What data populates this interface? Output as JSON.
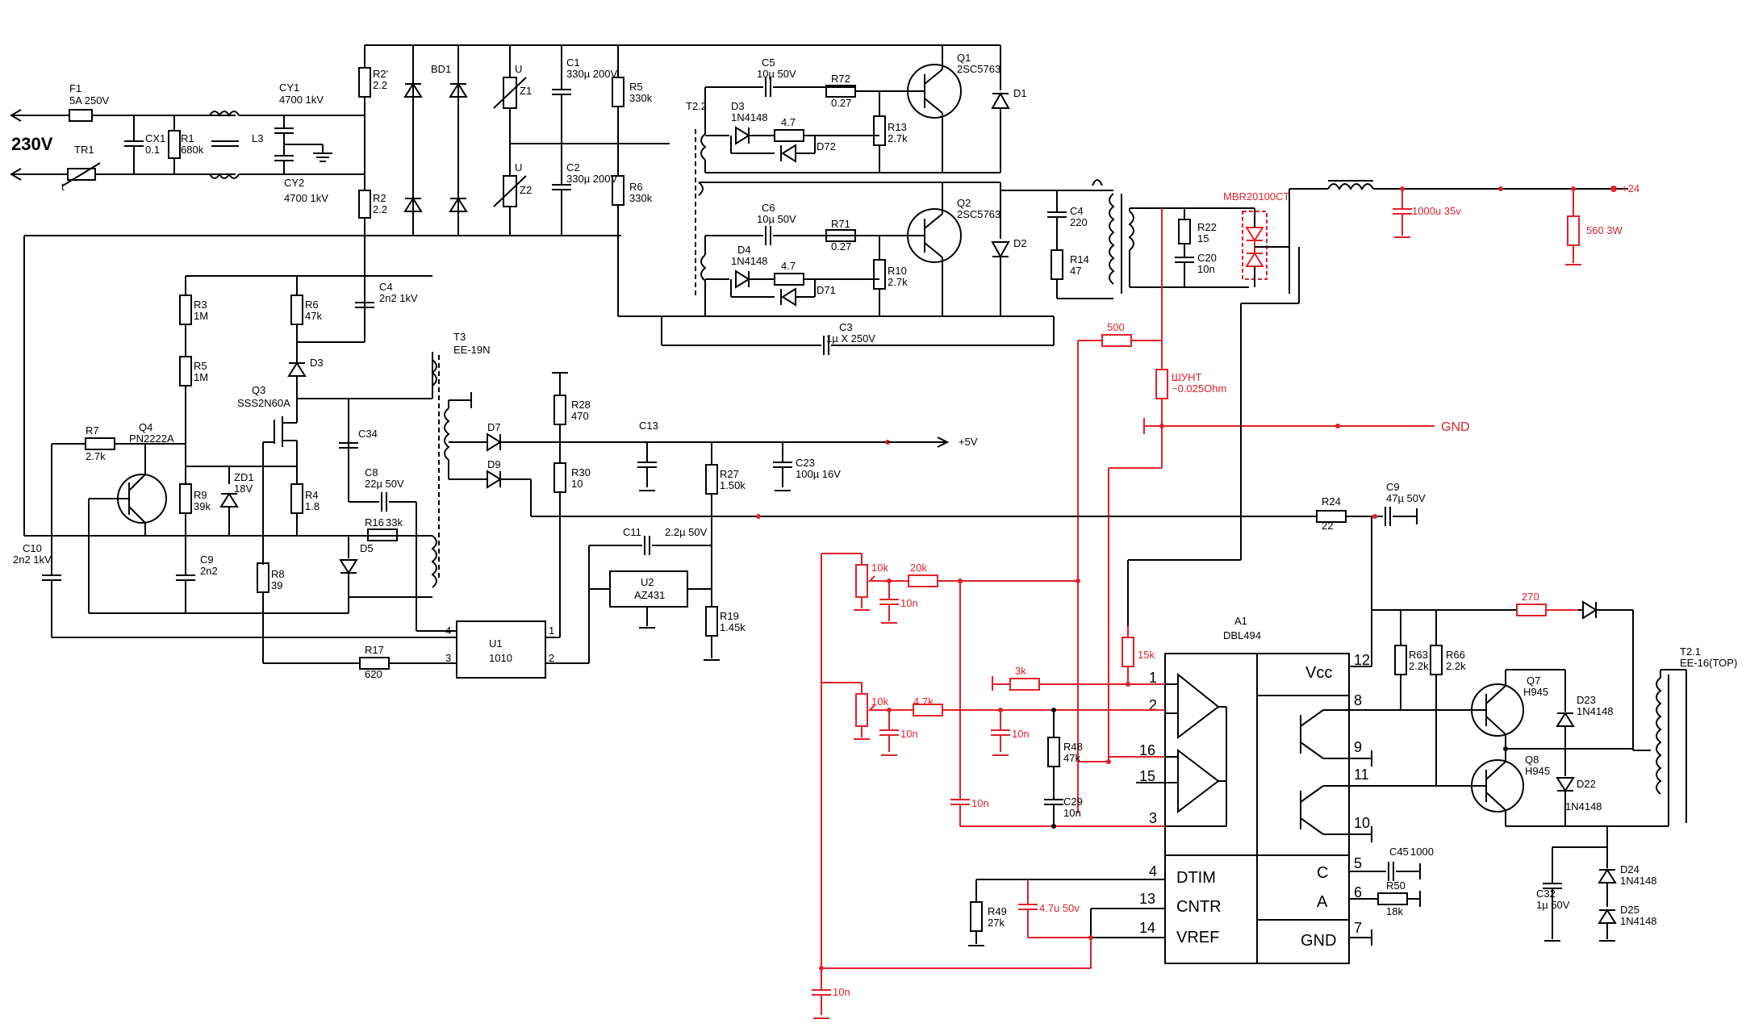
{
  "input": {
    "mains": "230V",
    "f1_ref": "F1",
    "f1_val": "5A 250V",
    "tr1_ref": "TR1",
    "tr1_pin": "t"
  },
  "emi": {
    "cx1_ref": "CX1",
    "cx1_val": "0.1",
    "r1_ref": "R1",
    "r1_val": "680k",
    "l3_ref": "L3",
    "cy1_ref": "CY1",
    "cy1_val": "4700 1kV",
    "cy2_ref": "CY2",
    "cy2_val": "4700 1kV"
  },
  "bridge": {
    "r2p_ref": "R2'",
    "r2p_val": "2.2",
    "r2_ref": "R2",
    "r2_val": "2.2",
    "bd1_ref": "BD1",
    "z1_ref": "Z1",
    "z2_ref": "Z2",
    "z_mark": "U",
    "c1_ref": "C1",
    "c1_val": "330µ 200V",
    "c2_ref": "C2",
    "c2_val": "330µ 200V",
    "r5_ref": "R5",
    "r5_val": "330k",
    "r6_ref": "R6",
    "r6_val": "330k"
  },
  "halfbridge": {
    "t22_ref": "T2.2",
    "c5_ref": "C5",
    "c5_val": "10µ 50V",
    "r72_ref": "R72",
    "r72_val": "0.27",
    "d3_ref": "D3",
    "d3_val": "1N4148",
    "r47a_val": "4.7",
    "d72_ref": "D72",
    "r13_ref": "R13",
    "r13_val": "2.7k",
    "q1_ref": "Q1",
    "q1_val": "2SC5763",
    "d1_ref": "D1",
    "c6_ref": "C6",
    "c6_val": "10µ 50V",
    "r71_ref": "R71",
    "r71_val": "0.27",
    "d4_ref": "D4",
    "d4_val": "1N4148",
    "r47b_val": "4.7",
    "d71_ref": "D71",
    "r10_ref": "R10",
    "r10_val": "2.7k",
    "q2_ref": "Q2",
    "q2_val": "2SC5763",
    "d2_ref": "D2",
    "c4_ref": "C4",
    "c4_val": "220",
    "r14_ref": "R14",
    "r14_val": "47",
    "c3_ref": "C3",
    "c3_val": "1µ X 250V"
  },
  "output": {
    "r22_ref": "R22",
    "r22_val": "15",
    "c20_ref": "C20",
    "c20_val": "10n",
    "diode_val": "MBR20100CT",
    "cap_val": "1000u 35v",
    "load_val": "560 3W",
    "v24": "+24",
    "r500_val": "500",
    "shunt_ref": "ШУНТ",
    "shunt_val": "~0.025Ohm",
    "gnd": "GND"
  },
  "standby": {
    "r3_ref": "R3",
    "r3_val": "1M",
    "r5b_ref": "R5",
    "r5b_val": "1M",
    "r6b_ref": "R6",
    "r6b_val": "47k",
    "c4b_ref": "C4",
    "c4b_val": "2n2 1kV",
    "d3b_ref": "D3",
    "q3_ref": "Q3",
    "q3_val": "SSS2N60A",
    "t3_ref": "T3",
    "t3_val": "EE-19N",
    "q4_ref": "Q4",
    "q4_val": "PN2222A",
    "r7_ref": "R7",
    "r7_val": "2.7k",
    "zd1_ref": "ZD1",
    "zd1_val": "18V",
    "r9_ref": "R9",
    "r9_val": "39k",
    "r4_ref": "R4",
    "r4_val": "1.8",
    "c34_ref": "C34",
    "c8_ref": "C8",
    "c8_val": "22µ 50V",
    "r16_ref": "R16",
    "r16_val": "33k",
    "d5_ref": "D5",
    "c10_ref": "C10",
    "c10_val": "2n2 1kV",
    "c9_ref": "C9",
    "c9_val": "2n2",
    "r8_ref": "R8",
    "r8_val": "39",
    "r17_ref": "R17",
    "r17_val": "620",
    "u1_ref": "U1",
    "u1_val": "1010",
    "d7_ref": "D7",
    "d9_ref": "D9",
    "r28_ref": "R28",
    "r28_val": "470",
    "r30_ref": "R30",
    "r30_val": "10",
    "c13_ref": "C13",
    "c23_ref": "C23",
    "c23_val": "100µ 16V",
    "v5": "+5V",
    "r27_ref": "R27",
    "r27_val": "1.50k",
    "c11_ref": "C11",
    "c11_val": "2.2µ 50V",
    "u2_ref": "U2",
    "u2_val": "AZ431",
    "r19_ref": "R19",
    "r19_val": "1.45k",
    "r24_ref": "R24",
    "r24_val": "22",
    "c9b_ref": "C9",
    "c9b_val": "47µ 50V"
  },
  "control": {
    "a1_ref": "A1",
    "a1_val": "DBL494",
    "pot1_val": "10k",
    "r20k_val": "20k",
    "c_a_val": "10n",
    "pot2_val": "10k",
    "r47k_val": "4.7k",
    "c_b_val": "10n",
    "c_c_val": "10n",
    "r15k_val": "15k",
    "r3k_val": "3k",
    "r48_ref": "R48",
    "r48_val": "47k",
    "c29_ref": "C29",
    "c29_val": "10n",
    "c_d_val": "10n",
    "r49_ref": "R49",
    "r49_val": "27k",
    "ccntr_val": "4.7u 50v",
    "c_e_val": "10n",
    "pin1": "1",
    "pin2": "2",
    "pin16": "16",
    "pin15": "15",
    "pin3": "3",
    "pin4": "4",
    "pin13": "13",
    "pin14": "14",
    "pin12": "12",
    "pin8": "8",
    "pin9": "9",
    "pin11": "11",
    "pin10": "10",
    "pin5": "5",
    "pin6": "6",
    "pin7": "7",
    "lbl_dtim": "DTIM",
    "lbl_cntr": "CNTR",
    "lbl_vref": "VREF",
    "lbl_vcc": "Vcc",
    "lbl_c": "C",
    "lbl_a": "A",
    "lbl_gnd": "GND",
    "c45_ref": "C45",
    "c45_val": "1000",
    "r50_ref": "R50",
    "r50_val": "18k"
  },
  "driver": {
    "r270_val": "270",
    "r63_ref": "R63",
    "r63_val": "2.2k",
    "r66_ref": "R66",
    "r66_val": "2.2k",
    "q7_ref": "Q7",
    "q7_val": "H945",
    "d23_ref": "D23",
    "d23_val": "1N4148",
    "q8_ref": "Q8",
    "q8_val": "H945",
    "d22_ref": "D22",
    "d22_val": "1N4148",
    "t21_ref": "T2.1",
    "t21_val": "EE-16(TOP)",
    "c32_ref": "C32",
    "c32_val": "1µ 50V",
    "d24_ref": "D24",
    "d24_val": "1N4148",
    "d25_ref": "D25",
    "d25_val": "1N4148"
  }
}
